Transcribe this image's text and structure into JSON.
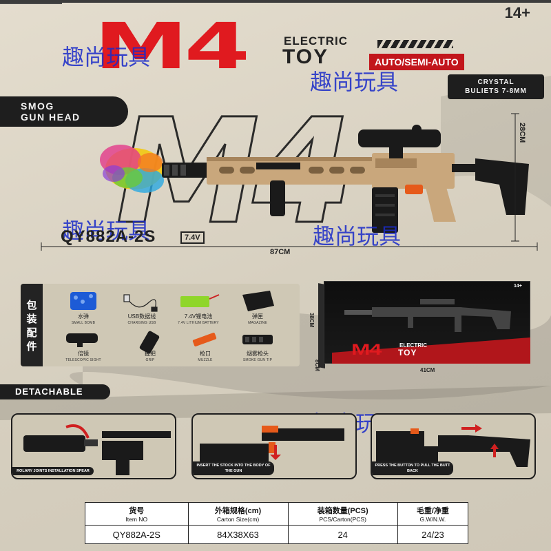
{
  "header": {
    "age": "14+",
    "title_main": "M4",
    "title_electric": "ELECTRIC",
    "title_toy": "TOY",
    "mode_badge": "AUTO/SEMI-AUTO"
  },
  "badges": {
    "crystal_line1": "CRYSTAL",
    "crystal_line2": "BULIETS 7-8MM",
    "smog_line1": "SMOG",
    "smog_line2": "GUN HEAD",
    "detachable": "DETACHABLE"
  },
  "watermark": "趣尚玩具",
  "product": {
    "model": "QY882A-2S",
    "voltage": "7.4V",
    "length": "87CM",
    "height": "28CM",
    "background_mark": "M4"
  },
  "accessories": {
    "side_label": [
      "包",
      "装",
      "配",
      "件"
    ],
    "items": [
      {
        "cn": "水弹",
        "en": "SMALL BOMB",
        "icon": "water-beads-icon"
      },
      {
        "cn": "USB数据线",
        "en": "CHARGING USB",
        "icon": "usb-cable-icon"
      },
      {
        "cn": "7.4V锂电池",
        "en": "7.4V LITHIUM BATTERY",
        "icon": "battery-icon"
      },
      {
        "cn": "弹匣",
        "en": "MAGAZINE",
        "icon": "magazine-icon"
      },
      {
        "cn": "倍镜",
        "en": "TELESCOPIC SIGHT",
        "icon": "scope-icon"
      },
      {
        "cn": "握把",
        "en": "GRIP",
        "icon": "grip-icon"
      },
      {
        "cn": "枪口",
        "en": "MUZZLE",
        "icon": "muzzle-icon"
      },
      {
        "cn": "烟雾枪头",
        "en": "SMOKE GUN TIP",
        "icon": "smoke-tip-icon"
      }
    ]
  },
  "box": {
    "width": "41CM",
    "height": "38CM",
    "depth": "8CM",
    "age": "14+",
    "m4": "M4",
    "electric": "ELECTRIC",
    "toy": "TOY"
  },
  "steps": [
    {
      "caption": "ROLARY JOINTS INSTALLATION SPEAR"
    },
    {
      "caption": "INSERT THE STOCK INTO THE BODY OF THE GUN"
    },
    {
      "caption": "PRESS THE BUTTON TO PULL THE BUTT BACK"
    }
  ],
  "spec_table": {
    "headers": [
      {
        "cn": "货号",
        "en": "Item NO"
      },
      {
        "cn": "外箱规格(cm)",
        "en": "Carton Size(cm)"
      },
      {
        "cn": "装箱数量(PCS)",
        "en": "PCS/Carton(PCS)"
      },
      {
        "cn": "毛重/净重",
        "en": "G.W/N.W."
      }
    ],
    "values": [
      "QY882A-2S",
      "84X38X63",
      "24",
      "24/23"
    ]
  },
  "colors": {
    "brand_red": "#e01a1f",
    "dark": "#1e1e1e",
    "watermark_blue": "#1a2bc9",
    "gun_tan": "#c9a77c"
  }
}
